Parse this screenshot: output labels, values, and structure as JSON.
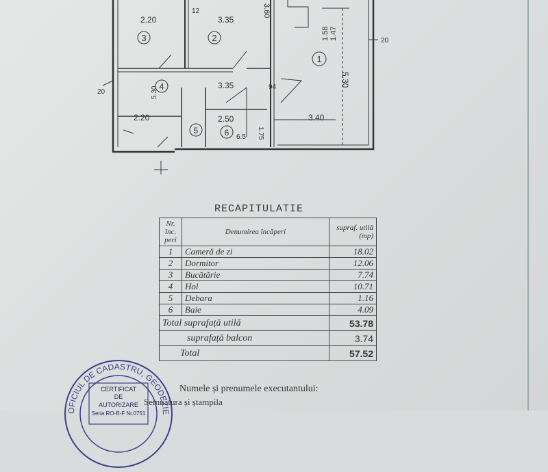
{
  "plan": {
    "dims": {
      "d1": "2.20",
      "d2": "3.35",
      "d3": "3.35",
      "d4": "2.20",
      "d5": "2.50",
      "d6": "3.40",
      "d7": "5.30",
      "d8": "1.58",
      "d9": "1.47",
      "d10": "3.60",
      "d11": "12",
      "d12": "20",
      "d13": "20",
      "d14": "6.5",
      "d15": "1.75",
      "d16": "5.30",
      "d17": "94"
    },
    "rooms": [
      "1",
      "2",
      "3",
      "4",
      "5",
      "6"
    ]
  },
  "recap": {
    "title": "RECAPITULATIE",
    "headers": {
      "nr": "Nr. înc. peri",
      "name": "Denumirea încăperi",
      "area": "supraf. utilă (mp)"
    },
    "rows": [
      {
        "nr": "1",
        "name": "Cameră de zi",
        "area": "18.02"
      },
      {
        "nr": "2",
        "name": "Dormitor",
        "area": "12.06"
      },
      {
        "nr": "3",
        "name": "Bucătărie",
        "area": "7.74"
      },
      {
        "nr": "4",
        "name": "Hol",
        "area": "10.71"
      },
      {
        "nr": "5",
        "name": "Debara",
        "area": "1.16"
      },
      {
        "nr": "6",
        "name": "Baie",
        "area": "4.09"
      }
    ],
    "total_util": {
      "label": "Total suprafață utilă",
      "area": "53.78"
    },
    "balcon": {
      "label": "suprafață balcon",
      "area": "3.74"
    },
    "total": {
      "label": "Total",
      "area": "57.52"
    }
  },
  "footer": {
    "line1": "Numele și prenumele executantului:",
    "line2": "Semnătura și ștampila"
  },
  "stamp": {
    "ring": "OFICIUL DE CADASTRU, GEODEZIE",
    "l1": "CERTIFICAT",
    "l2": "DE",
    "l3": "AUTORIZARE",
    "l4": "Seria RO-B-F Nr.0751"
  }
}
